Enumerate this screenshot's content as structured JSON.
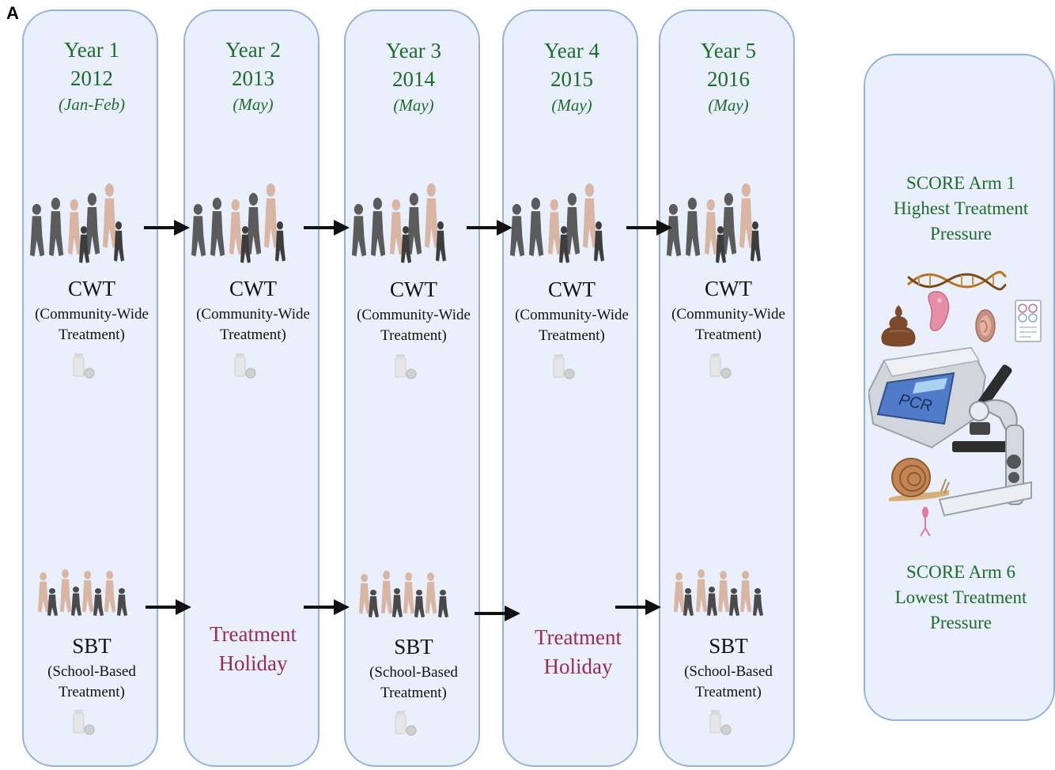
{
  "panel_label": "A",
  "columns": [
    {
      "year": "Year 1",
      "date": "2012",
      "month": "(Jan-Feb)",
      "top": {
        "code": "CWT",
        "line1": "(Community-Wide",
        "line2": "Treatment)"
      },
      "bottom": {
        "code": "SBT",
        "line1": "(School-Based",
        "line2": "Treatment)"
      }
    },
    {
      "year": "Year 2",
      "date": "2013",
      "month": "(May)",
      "top": {
        "code": "CWT",
        "line1": "(Community-Wide",
        "line2": "Treatment)"
      },
      "holiday": {
        "line1": "Treatment",
        "line2": "Holiday"
      }
    },
    {
      "year": "Year 3",
      "date": "2014",
      "month": "(May)",
      "top": {
        "code": "CWT",
        "line1": "(Community-Wide",
        "line2": "Treatment)"
      },
      "bottom": {
        "code": "SBT",
        "line1": "(School-Based",
        "line2": "Treatment)"
      }
    },
    {
      "year": "Year 4",
      "date": "2015",
      "month": "(May)",
      "top": {
        "code": "CWT",
        "line1": "(Community-Wide",
        "line2": "Treatment)"
      },
      "holiday": {
        "line1": "Treatment",
        "line2": "Holiday"
      }
    },
    {
      "year": "Year 5",
      "date": "2016",
      "month": "(May)",
      "top": {
        "code": "CWT",
        "line1": "(Community-Wide",
        "line2": "Treatment)"
      },
      "bottom": {
        "code": "SBT",
        "line1": "(School-Based",
        "line2": "Treatment)"
      }
    }
  ],
  "arm1": {
    "line1": "SCORE Arm 1",
    "line2": "Highest Treatment",
    "line3": "Pressure"
  },
  "arm6": {
    "line1": "SCORE Arm 6",
    "line2": "Lowest Treatment",
    "line3": "Pressure"
  },
  "pcr_label": "PCR",
  "icons": [
    "people-crowd-icon",
    "pill-bottle-icon",
    "arrow-right-icon",
    "dna-icon",
    "stool-icon",
    "parasite-icon",
    "egg-icon",
    "lab-report-icon",
    "pcr-machine-icon",
    "microscope-icon",
    "snail-icon",
    "cercaria-icon"
  ],
  "colors": {
    "panel_fill": "#e9f0fb",
    "panel_border": "#93b2dc",
    "heading": "#1f6b2a",
    "holiday": "#9a2a5a"
  }
}
